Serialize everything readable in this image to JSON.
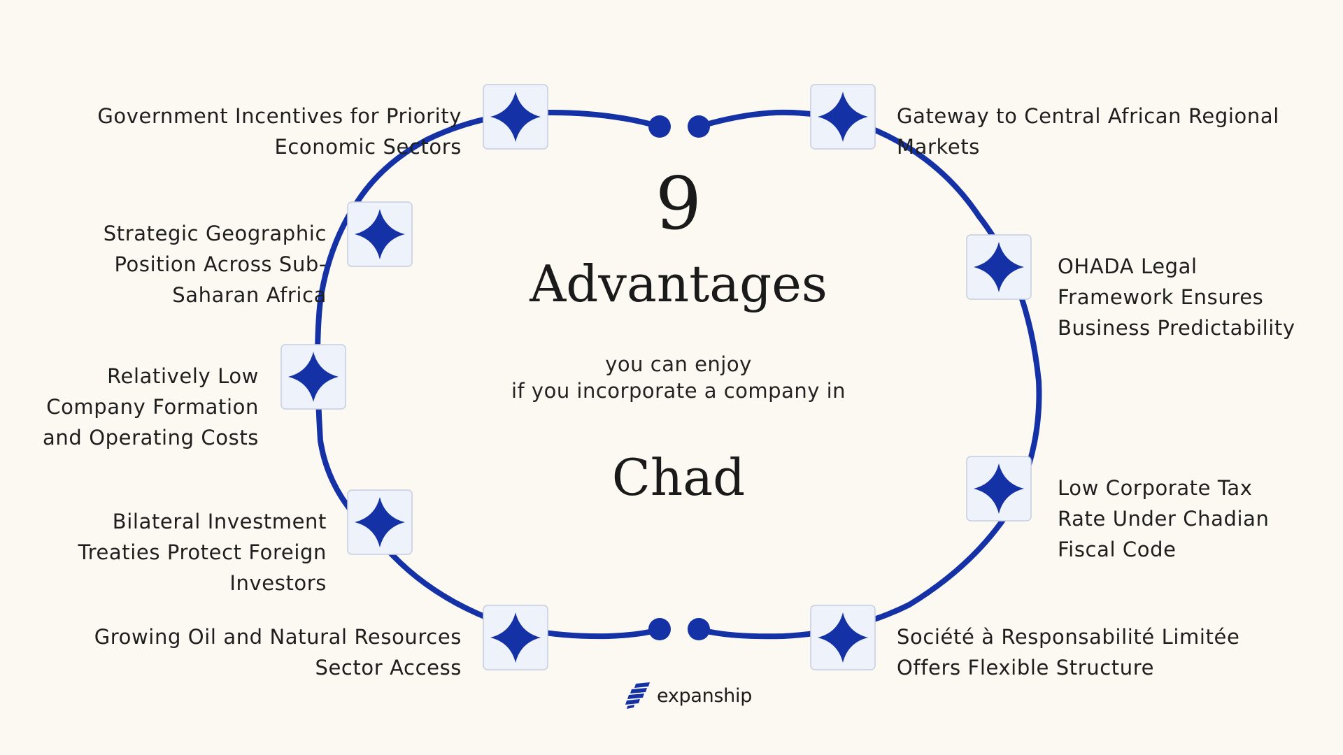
{
  "center": {
    "number": "9",
    "title": "Advantages",
    "subtitle_line1": "you can enjoy",
    "subtitle_line2": "if you incorporate a company in",
    "country": "Chad"
  },
  "advantages": [
    {
      "lines": [
        "Government Incentives for Priority",
        "Economic Sectors"
      ],
      "icon": "star-icon"
    },
    {
      "lines": [
        "Strategic Geographic",
        "Position Across Sub-",
        "Saharan Africa"
      ],
      "icon": "star-icon"
    },
    {
      "lines": [
        "Relatively Low",
        "Company Formation",
        "and Operating Costs"
      ],
      "icon": "star-icon"
    },
    {
      "lines": [
        "Bilateral Investment",
        "Treaties Protect Foreign",
        "Investors"
      ],
      "icon": "star-icon"
    },
    {
      "lines": [
        "Growing Oil and Natural Resources",
        "Sector Access"
      ],
      "icon": "star-icon"
    },
    {
      "lines": [
        "Gateway to Central African Regional",
        "Markets"
      ],
      "icon": "star-icon"
    },
    {
      "lines": [
        "OHADA Legal",
        "Framework Ensures",
        "Business Predictability"
      ],
      "icon": "star-icon"
    },
    {
      "lines": [
        "Low Corporate Tax",
        "Rate Under Chadian",
        "Fiscal Code"
      ],
      "icon": "star-icon"
    },
    {
      "lines": [
        "Société à Responsabilité Limitée",
        "Offers Flexible Structure"
      ],
      "icon": "star-icon"
    }
  ],
  "logo": {
    "text": "expanship",
    "icon": "expanship-logo-icon"
  },
  "colors": {
    "accent": "#1431a6",
    "background": "#fcf9f2",
    "icon_box_fill": "#eef2fb",
    "icon_box_border": "#c6cde0"
  }
}
